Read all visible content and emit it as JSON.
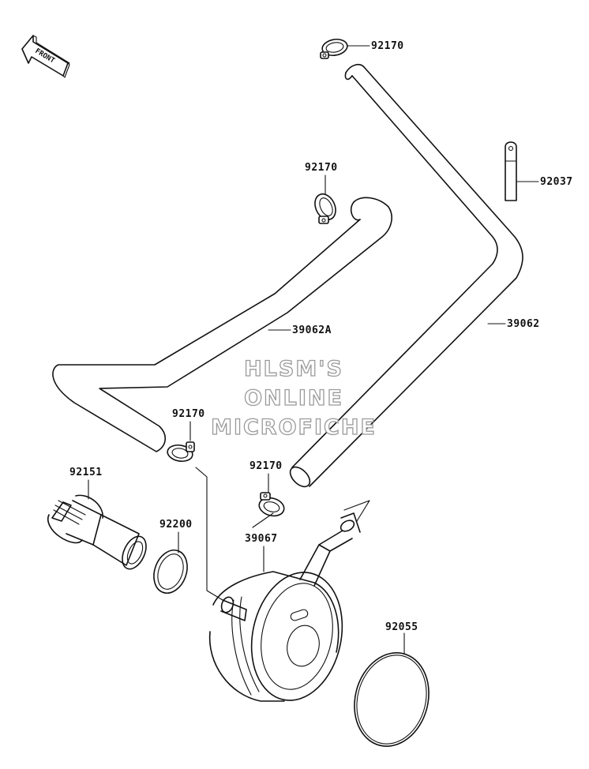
{
  "front_marker": "FRONT",
  "labels": {
    "p92170_top": "92170",
    "p92037": "92037",
    "p92170_mid": "92170",
    "p39062A": "39062A",
    "p39062": "39062",
    "p92170_lower": "92170",
    "p92170_right": "92170",
    "p92151": "92151",
    "p92200": "92200",
    "p39067": "39067",
    "p92055": "92055"
  },
  "watermark": {
    "line1": "HLSM'S",
    "line2": "ONLINE",
    "line3": "MICROFICHE"
  },
  "colors": {
    "line": "#111111",
    "watermark_outline": "#9a9a9a",
    "background": "#ffffff"
  }
}
